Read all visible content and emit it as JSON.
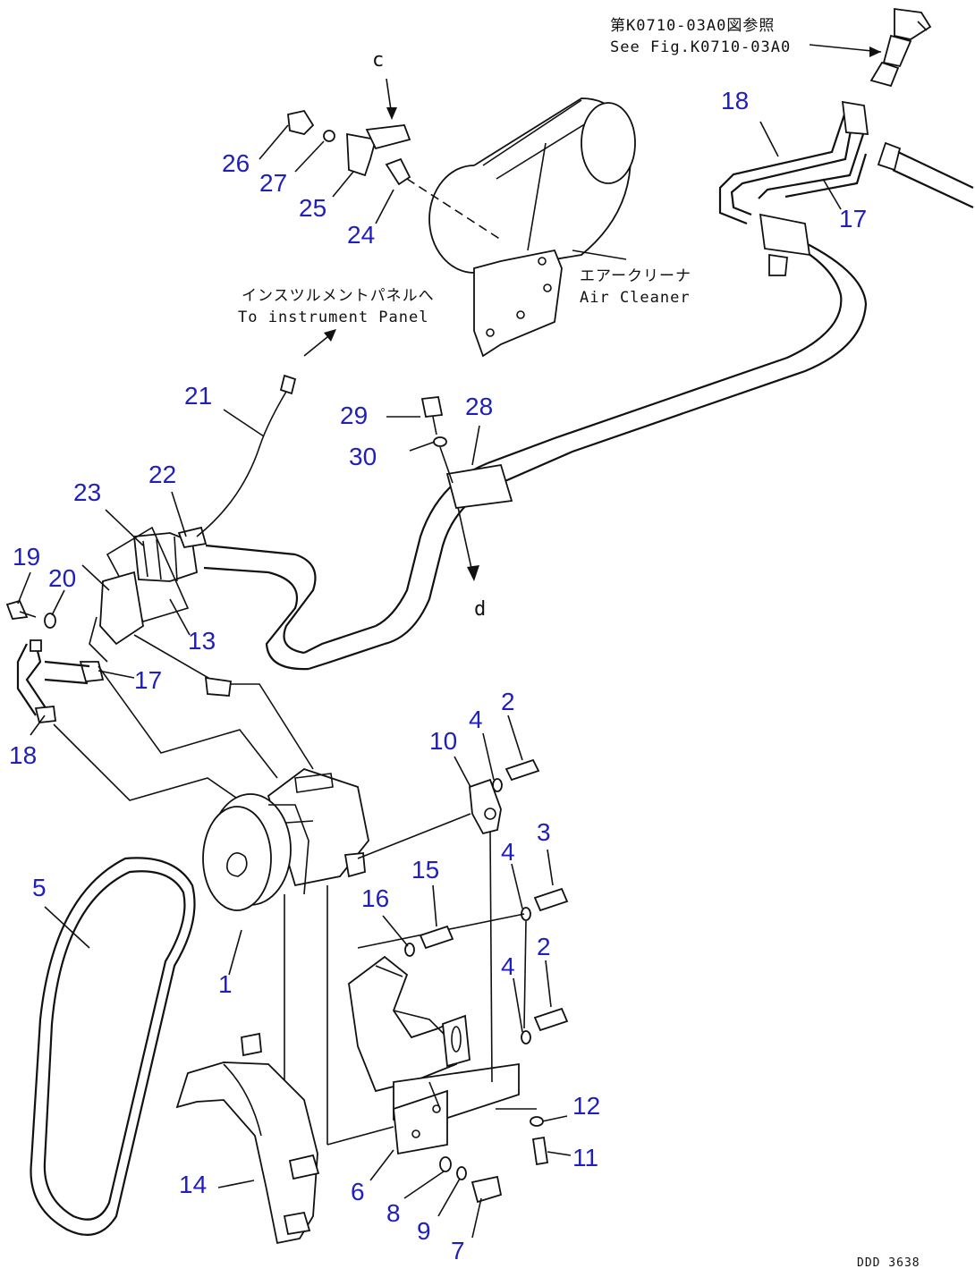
{
  "references": {
    "fig_ref_jp": "第K0710-03A0図参照",
    "fig_ref_en": "See Fig.K0710-03A0",
    "view_c": "c",
    "view_d": "d",
    "instrument_jp": "インスツルメントパネルへ",
    "instrument_en": "To instrument Panel",
    "air_cleaner_jp": "エアークリーナ",
    "air_cleaner_en": "Air Cleaner",
    "drawing_code": "DDD 3638"
  },
  "part_numbers": {
    "p1": "1",
    "p2a": "2",
    "p2b": "2",
    "p3": "3",
    "p4a": "4",
    "p4b": "4",
    "p4c": "4",
    "p5": "5",
    "p6": "6",
    "p7": "7",
    "p8": "8",
    "p9": "9",
    "p10": "10",
    "p11": "11",
    "p12": "12",
    "p13": "13",
    "p14": "14",
    "p15": "15",
    "p16": "16",
    "p17a": "17",
    "p17b": "17",
    "p18a": "18",
    "p18b": "18",
    "p19": "19",
    "p20": "20",
    "p21": "21",
    "p22": "22",
    "p23": "23",
    "p24": "24",
    "p25": "25",
    "p26": "26",
    "p27": "27",
    "p28": "28",
    "p29": "29",
    "p30": "30"
  },
  "colors": {
    "callout": "#1f1fbf",
    "line": "#111111"
  }
}
